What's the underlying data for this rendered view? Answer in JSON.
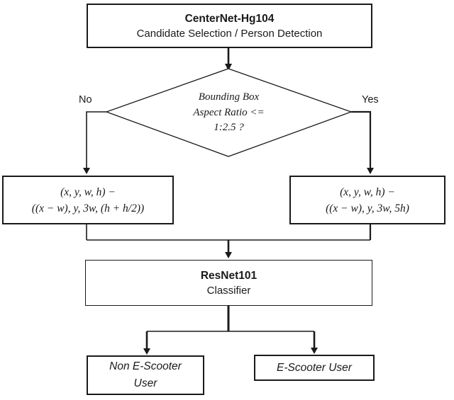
{
  "flowchart": {
    "top_box": {
      "title": "CenterNet-Hg104",
      "subtitle": "Candidate Selection / Person Detection"
    },
    "decision": {
      "line1": "Bounding Box",
      "line2": "Aspect Ratio <=",
      "line3": "1:2.5 ?"
    },
    "branch_labels": {
      "no": "No",
      "yes": "Yes"
    },
    "crop_left_box": {
      "line1": "(x, y, w, h) −",
      "line2": "((x − w), y, 3w, (h + h/2))"
    },
    "crop_right_box": {
      "line1": "(x, y, w, h) −",
      "line2": "((x − w), y, 3w, 5h)"
    },
    "classifier_box": {
      "title": "ResNet101",
      "subtitle": "Classifier"
    },
    "output_left_box": {
      "line1": "Non E-Scooter",
      "line2": "User"
    },
    "output_right_box": {
      "label": "E-Scooter User"
    },
    "colors": {
      "line": "#1a1a1a",
      "background": "#ffffff"
    }
  }
}
